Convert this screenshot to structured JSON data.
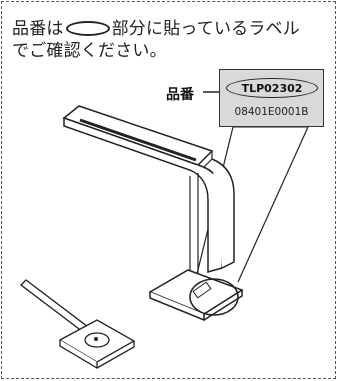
{
  "instruction": {
    "before_mark": "品番は",
    "after_mark": "部分に貼っているラベル",
    "line2": "でご確認ください。"
  },
  "label": {
    "hinban": "品番",
    "model_number": "TLP02302",
    "serial_number": "08401E0001B"
  },
  "colors": {
    "line": "#222222",
    "label_bg": "#d9d9d9",
    "frame": "#555555"
  }
}
